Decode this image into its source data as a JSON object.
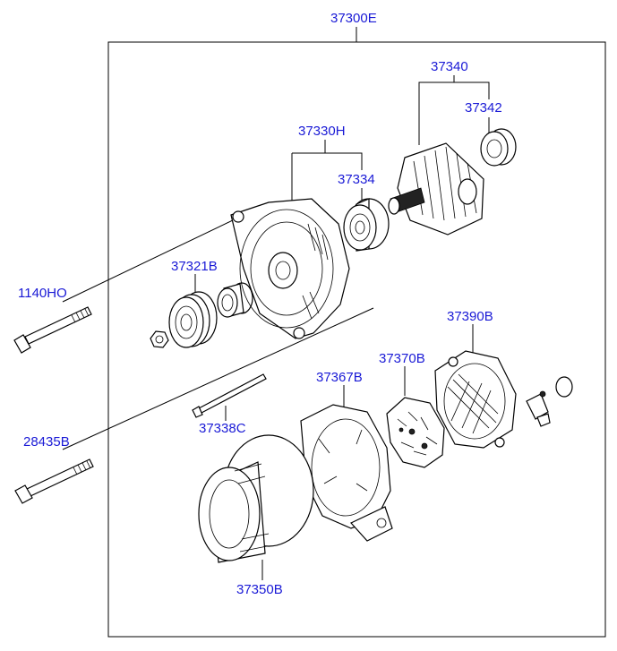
{
  "diagram": {
    "assembly_label": "37300E",
    "labels": {
      "p37340": "37340",
      "p37342": "37342",
      "p37330H": "37330H",
      "p37334": "37334",
      "p37321B": "37321B",
      "p1140HO": "1140HO",
      "p37390B": "37390B",
      "p37370B": "37370B",
      "p37367B": "37367B",
      "p37338C": "37338C",
      "p28435B": "28435B",
      "p37350B": "37350B"
    },
    "colors": {
      "label": "#1a1ad6",
      "line": "#000000"
    }
  }
}
